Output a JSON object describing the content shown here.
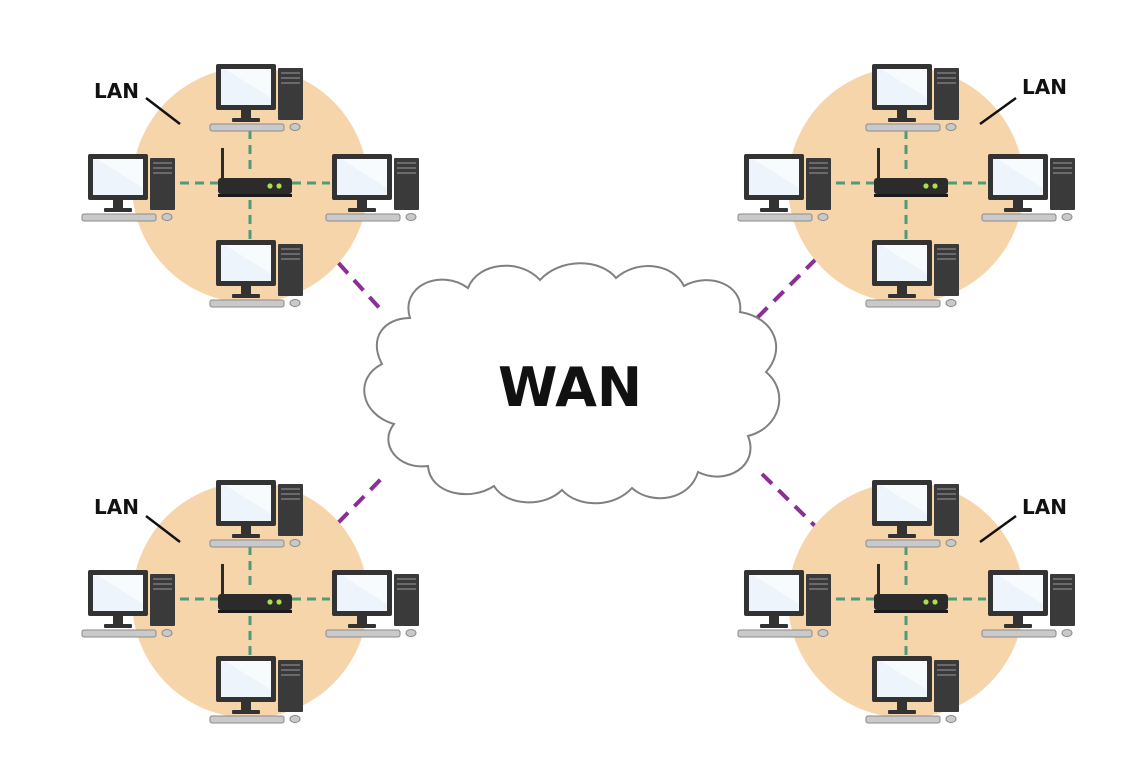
{
  "diagram": {
    "cloud_label": "WAN",
    "lan_label": "LAN",
    "lans": [
      {
        "id": "lan-top-left",
        "label": "LAN"
      },
      {
        "id": "lan-top-right",
        "label": "LAN"
      },
      {
        "id": "lan-bottom-left",
        "label": "LAN"
      },
      {
        "id": "lan-bottom-right",
        "label": "LAN"
      }
    ]
  },
  "colors": {
    "lan_circle": "#f7d5aa",
    "lan_link": "#4f9a78",
    "wan_link": "#8a2f96",
    "cloud_fill": "#ffffff",
    "cloud_stroke": "#808080",
    "router": "#2b2b2b",
    "router_led": "#a7e04a",
    "monitor_frame": "#333333",
    "screen": "#eef4fb",
    "tower": "#3a3a3a",
    "keyboard": "#c9c9c9"
  }
}
